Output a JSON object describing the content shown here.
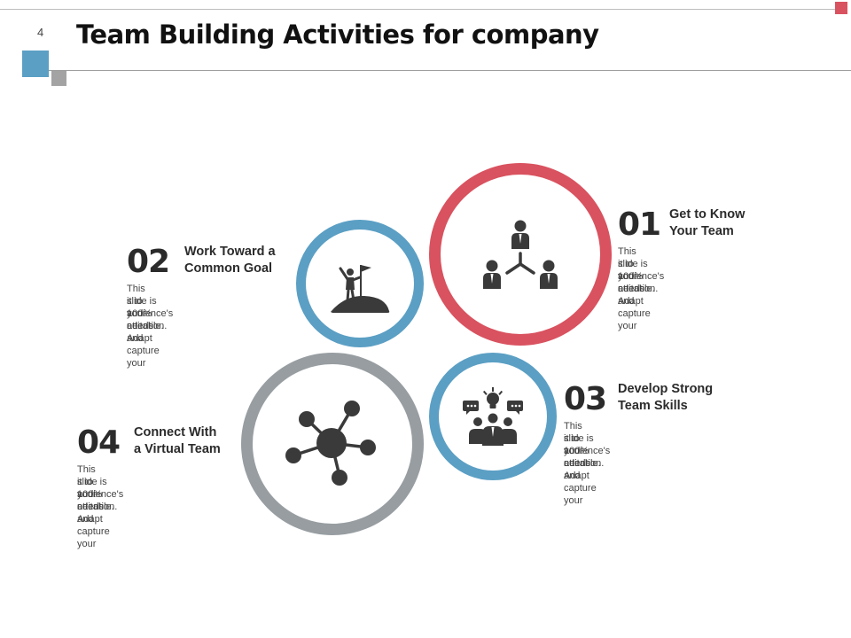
{
  "slide": {
    "page_number": "4",
    "title": "Team Building Activities for company"
  },
  "items": [
    {
      "number": "01",
      "heading_line1": "Get to Know",
      "heading_line2": "Your Team",
      "body_line1": "This slide is 100% editable. Adapt",
      "body_line2": "it to your needs and capture your",
      "body_line3": "audience's attention.",
      "icon": "team-hierarchy-icon",
      "ring_color": "#d9525f"
    },
    {
      "number": "02",
      "heading_line1": "Work Toward a",
      "heading_line2": "Common Goal",
      "body_line1": "This slide is 100% editable. Adapt",
      "body_line2": "it to your needs and capture your",
      "body_line3": "audience's attention.",
      "icon": "flag-summit-icon",
      "ring_color": "#5b9fc4"
    },
    {
      "number": "03",
      "heading_line1": "Develop Strong",
      "heading_line2": "Team Skills",
      "body_line1": "This slide is 100% editable. Adapt",
      "body_line2": "it to your needs and capture your",
      "body_line3": "audience's attention.",
      "icon": "team-idea-icon",
      "ring_color": "#5b9fc4"
    },
    {
      "number": "04",
      "heading_line1": "Connect With",
      "heading_line2": "a Virtual Team",
      "body_line1": "This slide is 100% editable. Adapt",
      "body_line2": "it to your needs and capture your",
      "body_line3": "audience's attention.",
      "icon": "network-icon",
      "ring_color": "#979da1"
    }
  ],
  "colors": {
    "red": "#d9525f",
    "blue": "#5b9fc4",
    "gray": "#979da1",
    "icon": "#3a3a3a"
  }
}
